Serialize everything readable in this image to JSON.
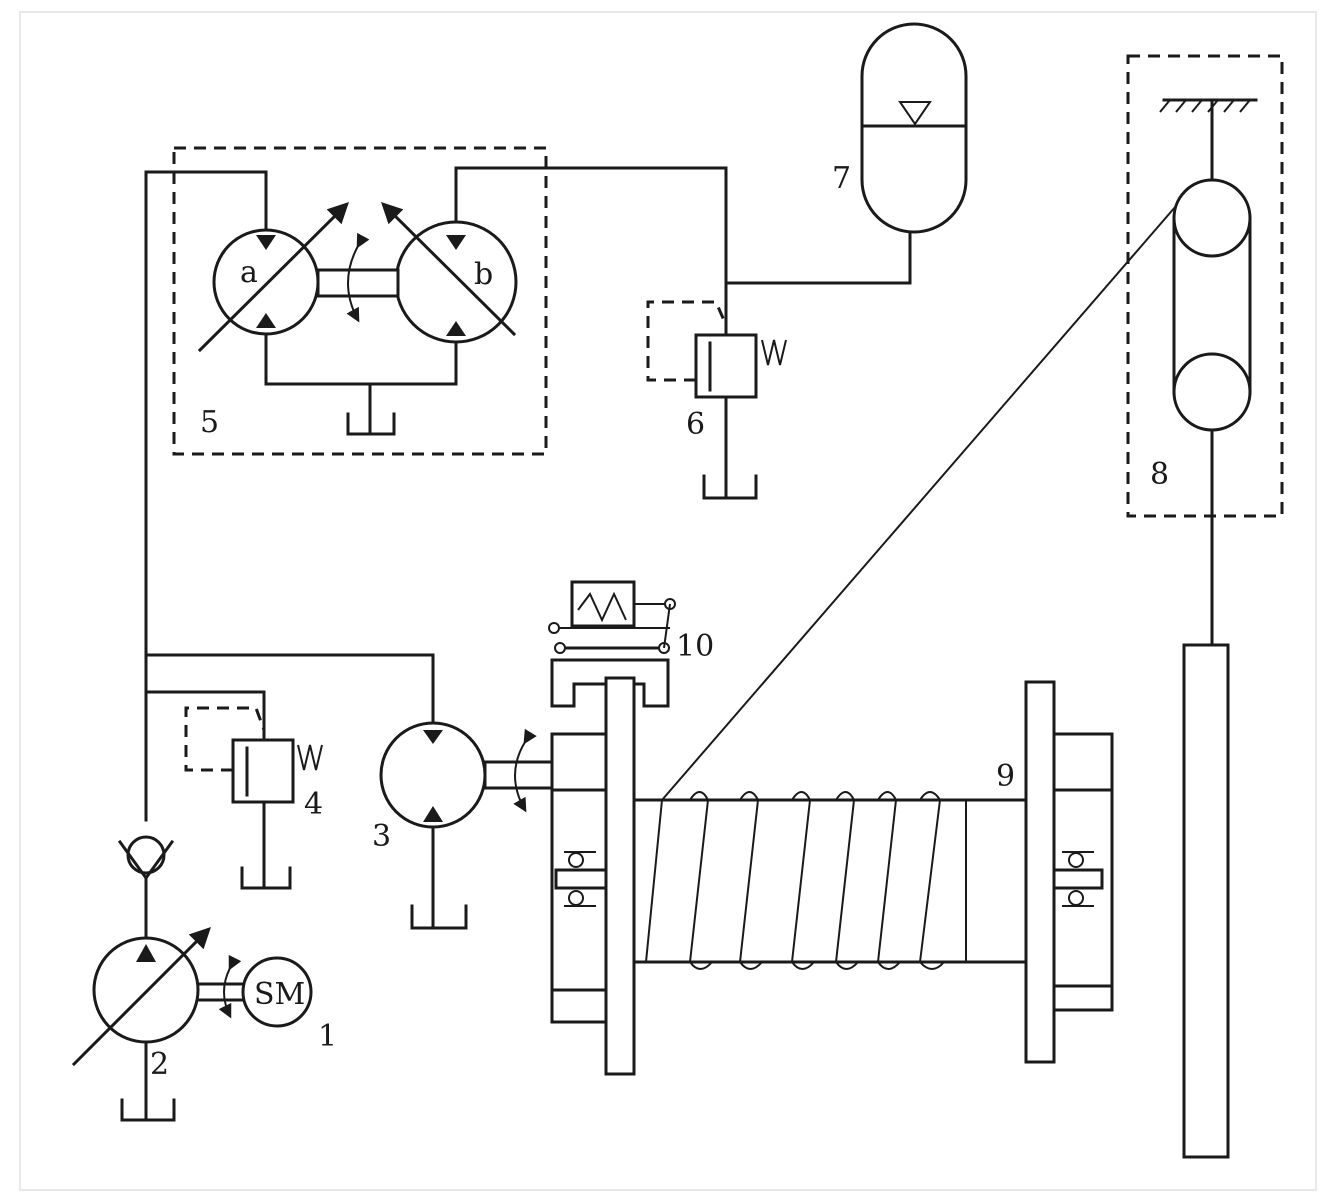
{
  "labels": {
    "sm": "1",
    "variable_pump": "2",
    "hydraulic_motor": "3",
    "relief_valve_main": "4",
    "secondary_unit": "5",
    "relief_valve_accumulator": "6",
    "accumulator": "7",
    "pulley_block": "8",
    "drum": "9",
    "brake": "10",
    "unit_a": "a",
    "unit_b": "b",
    "motor_symbol": "SM"
  }
}
